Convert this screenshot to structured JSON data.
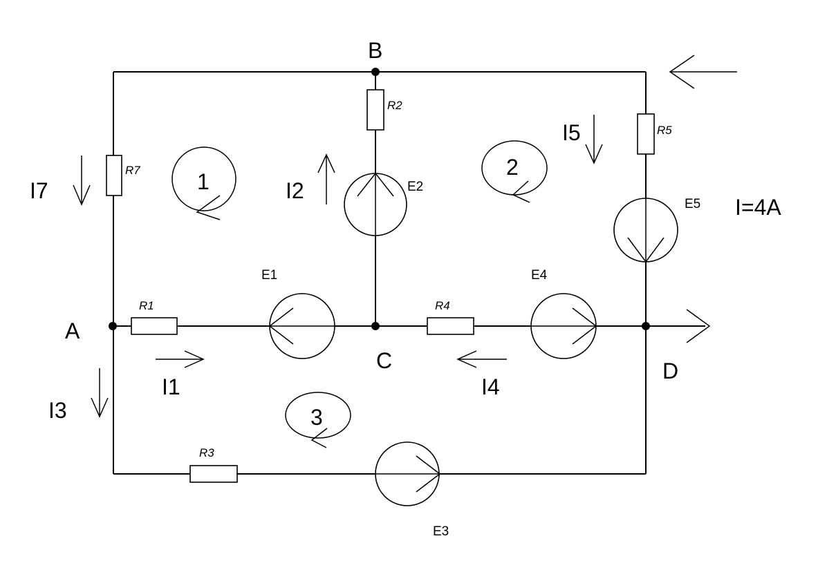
{
  "nodes": {
    "a": "A",
    "b": "B",
    "c": "C",
    "d": "D"
  },
  "resistors": {
    "r1": "R1",
    "r2": "R2",
    "r3": "R3",
    "r4": "R4",
    "r5": "R5",
    "r7": "R7"
  },
  "sources": {
    "e1": "E1",
    "e2": "E2",
    "e3": "E3",
    "e4": "E4",
    "e5": "E5"
  },
  "currents": {
    "i1": "I1",
    "i2": "I2",
    "i3": "I3",
    "i4": "I4",
    "i5": "I5",
    "i7": "I7"
  },
  "loops": {
    "l1": "1",
    "l2": "2",
    "l3": "3"
  },
  "given": "I=4A"
}
